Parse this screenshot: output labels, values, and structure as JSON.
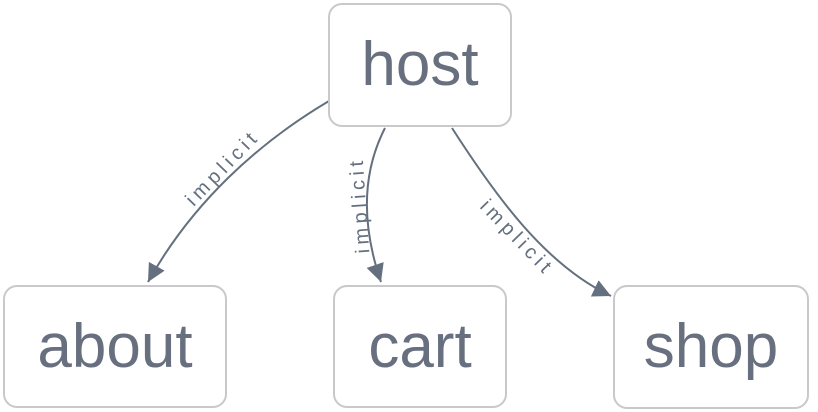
{
  "diagram": {
    "type": "flowchart",
    "direction": "top-down",
    "nodes": [
      {
        "id": "host",
        "label": "host"
      },
      {
        "id": "about",
        "label": "about"
      },
      {
        "id": "cart",
        "label": "cart"
      },
      {
        "id": "shop",
        "label": "shop"
      }
    ],
    "edges": [
      {
        "from": "host",
        "to": "about",
        "label": "implicit",
        "arrow": "filled-arrowhead"
      },
      {
        "from": "host",
        "to": "cart",
        "label": "implicit",
        "arrow": "filled-arrowhead"
      },
      {
        "from": "host",
        "to": "shop",
        "label": "implicit",
        "arrow": "filled-arrowhead"
      }
    ],
    "colors": {
      "background": "#ffffff",
      "node_fill": "#ffffff",
      "node_border": "#c9c9cb",
      "node_text": "#687080",
      "edge_line": "#64707f",
      "edge_label_text": "#64707f"
    }
  }
}
